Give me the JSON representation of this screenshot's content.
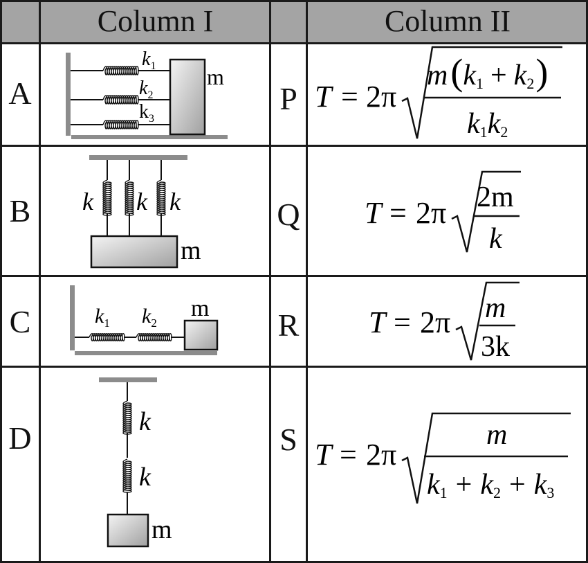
{
  "table": {
    "header": {
      "col1": "Column I",
      "col2": "Column II"
    },
    "rows": [
      {
        "left_label": "A",
        "right_label": "P",
        "figure": {
          "k1": "k",
          "k1_sub": "1",
          "k2": "k",
          "k2_sub": "2",
          "k3": "k",
          "k3_sub": "3",
          "mass": "m"
        },
        "formula": {
          "T": "T",
          "eq": "=",
          "two_pi": "2π",
          "num_m": "m",
          "lp": "(",
          "k1": "k",
          "s1": "1",
          "plus": "+",
          "k2": "k",
          "s2": "2",
          "rp": ")",
          "den_k1": "k",
          "den_s1": "1",
          "den_k2": "k",
          "den_s2": "2"
        }
      },
      {
        "left_label": "B",
        "right_label": "Q",
        "figure": {
          "k_a": "k",
          "k_b": "k",
          "k_c": "k",
          "mass": "m"
        },
        "formula": {
          "T": "T",
          "eq": "=",
          "two_pi": "2π",
          "num": "2m",
          "den": "k"
        }
      },
      {
        "left_label": "C",
        "right_label": "R",
        "figure": {
          "k1": "k",
          "k1_sub": "1",
          "k2": "k",
          "k2_sub": "2",
          "mass": "m"
        },
        "formula": {
          "T": "T",
          "eq": "=",
          "two_pi": "2π",
          "num": "m",
          "den": "3k"
        }
      },
      {
        "left_label": "D",
        "right_label": "S",
        "figure": {
          "k_top": "k",
          "k_bottom": "k",
          "mass": "m"
        },
        "formula": {
          "T": "T",
          "eq": "=",
          "two_pi": "2π",
          "num": "m",
          "k1": "k",
          "s1": "1",
          "plus1": "+",
          "k2": "k",
          "s2": "2",
          "plus2": "+",
          "k3": "k",
          "s3": "3"
        }
      }
    ]
  },
  "colors": {
    "header_bg": "#a4a4a4",
    "wall": "#8c8c8c",
    "block_light": "#f2f2f2",
    "block_dark": "#9a9a9a",
    "line": "#1a1a1a"
  }
}
